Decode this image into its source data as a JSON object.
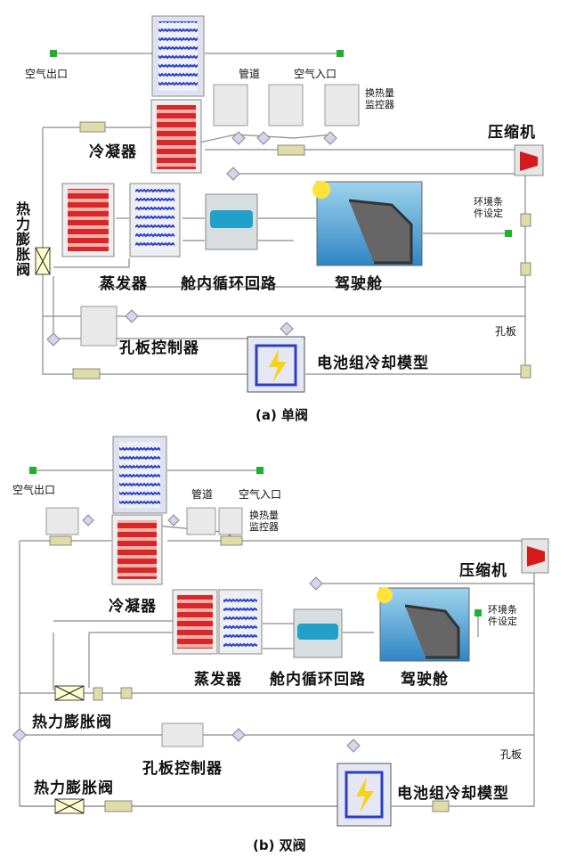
{
  "diagram_a": {
    "air_outlet": "空气出口",
    "pipe": "管道",
    "air_inlet": "空气入口",
    "heat_monitor_l1": "换热量",
    "heat_monitor_l2": "监控器",
    "compressor": "压缩机",
    "condenser": "冷凝器",
    "env_l1": "环境条",
    "env_l2": "件设定",
    "expansion_valve": "热力膨胀阀",
    "evaporator": "蒸发器",
    "cabin_loop": "舱内循环回路",
    "cockpit": "驾驶舱",
    "orifice": "孔板",
    "orifice_controller": "孔板控制器",
    "battery_cooling": "电池组冷却模型",
    "caption": "(a) 单阀"
  },
  "diagram_b": {
    "air_outlet": "空气出口",
    "pipe": "管道",
    "air_inlet": "空气入口",
    "heat_monitor_l1": "换热量",
    "heat_monitor_l2": "监控器",
    "compressor": "压缩机",
    "condenser": "冷凝器",
    "env_l1": "环境条",
    "env_l2": "件设定",
    "evaporator": "蒸发器",
    "cabin_loop": "舱内循环回路",
    "cockpit": "驾驶舱",
    "expansion_valve_1": "热力膨胀阀",
    "orifice": "孔板",
    "orifice_controller": "孔板控制器",
    "expansion_valve_2": "热力膨胀阀",
    "battery_cooling": "电池组冷却模型",
    "caption": "(b) 双阀"
  },
  "colors": {
    "line": "#8a8a8a",
    "red": "#d7191c",
    "blue": "#2b3fc4",
    "green": "#1fb02e",
    "pipe": "#e0dca8"
  }
}
